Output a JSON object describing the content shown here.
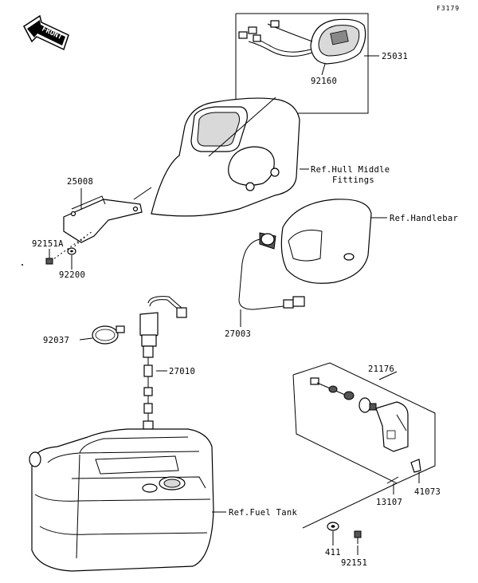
{
  "figure_code": "F3179",
  "front_label": "FRONT",
  "parts": {
    "p25031": "25031",
    "p92160": "92160",
    "p25008": "25008",
    "p92151A": "92151A",
    "p92200": "92200",
    "p92037": "92037",
    "p27010": "27010",
    "p27003": "27003",
    "p21176": "21176",
    "p41073": "41073",
    "p13107": "13107",
    "p411": "411",
    "p92151": "92151"
  },
  "refs": {
    "hull_line1": "Ref.Hull Middle",
    "hull_line2": "Fittings",
    "handlebar": "Ref.Handlebar",
    "fuel_tank": "Ref.Fuel Tank"
  }
}
